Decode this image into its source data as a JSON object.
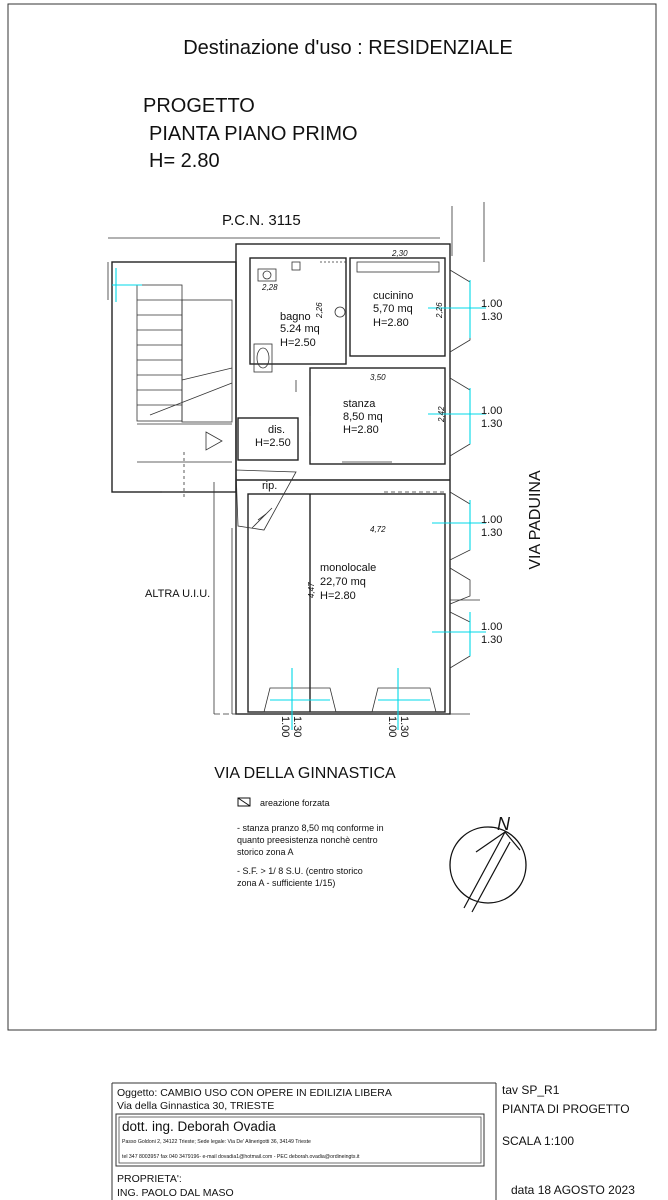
{
  "header": {
    "destination": "Destinazione d'uso : RESIDENZIALE",
    "project_lines": [
      "PROGETTO",
      "PIANTA PIANO PRIMO",
      "H= 2.80"
    ]
  },
  "plan": {
    "parcel": "P.C.N. 3115",
    "rooms": [
      {
        "id": "bagno",
        "lines": [
          "bagno",
          "5.24 mq",
          "H=2.50"
        ]
      },
      {
        "id": "cucinino",
        "lines": [
          "cucinino",
          "5,70 mq",
          "H=2.80"
        ]
      },
      {
        "id": "stanza",
        "lines": [
          "stanza",
          "8,50 mq",
          "H=2.80"
        ]
      },
      {
        "id": "dis",
        "lines": [
          "dis.",
          "H=2.50"
        ]
      },
      {
        "id": "rip",
        "lines": [
          "rip."
        ]
      },
      {
        "id": "monolocale",
        "lines": [
          "monolocale",
          "22,70 mq",
          "H=2.80"
        ]
      }
    ],
    "dimensions": {
      "d230": "2,30",
      "d228": "2,28",
      "d226a": "2,26",
      "d226b": "2,26",
      "d350": "3,50",
      "d242": "2,42",
      "d472": "4,72",
      "d447": "4,47"
    },
    "window_labels": [
      {
        "a": "1.00",
        "b": "1.30"
      },
      {
        "a": "1.00",
        "b": "1.30"
      },
      {
        "a": "1.00",
        "b": "1.30"
      },
      {
        "a": "1.00",
        "b": "1.30"
      },
      {
        "a": "1.00",
        "b": "1.30"
      },
      {
        "a": "1.00",
        "b": "1.30"
      }
    ],
    "other_unit": "ALTRA U.I.U.",
    "street_east": "VIA PADUINA",
    "street_south": "VIA DELLA GINNASTICA",
    "north_label": "N"
  },
  "legend": {
    "symbol_label": "areazione forzata",
    "notes": [
      "- stanza pranzo 8,50 mq conforme in",
      "quanto preesistenza nonchè centro",
      "storico zona A",
      "- S.F. > 1/ 8  S.U.  (centro storico",
      "zona A - sufficiente 1/15)"
    ]
  },
  "title_block": {
    "oggetto": "Oggetto: CAMBIO USO CON OPERE IN EDILIZIA LIBERA",
    "address": "Via della Ginnastica 30, TRIESTE",
    "engineer": "dott. ing. Deborah Ovadia",
    "engineer_addr": "Passo Goldoni 2, 34122 Trieste; Sede legale: Via De' Alinerigotti 36, 34149 Trieste",
    "engineer_contacts": "tel 347 8003957 fax 040 3479196- e-mail dovadia1@hotmail.com - PEC deborah.ovadia@ordineingts.it",
    "proprieta_label": "PROPRIETA':",
    "owner": "ING. PAOLO DAL MASO",
    "tav": "tav SP_R1",
    "sheet_name": "PIANTA DI PROGETTO",
    "scale": "SCALA 1:100",
    "date": "data 18 AGOSTO 2023"
  }
}
